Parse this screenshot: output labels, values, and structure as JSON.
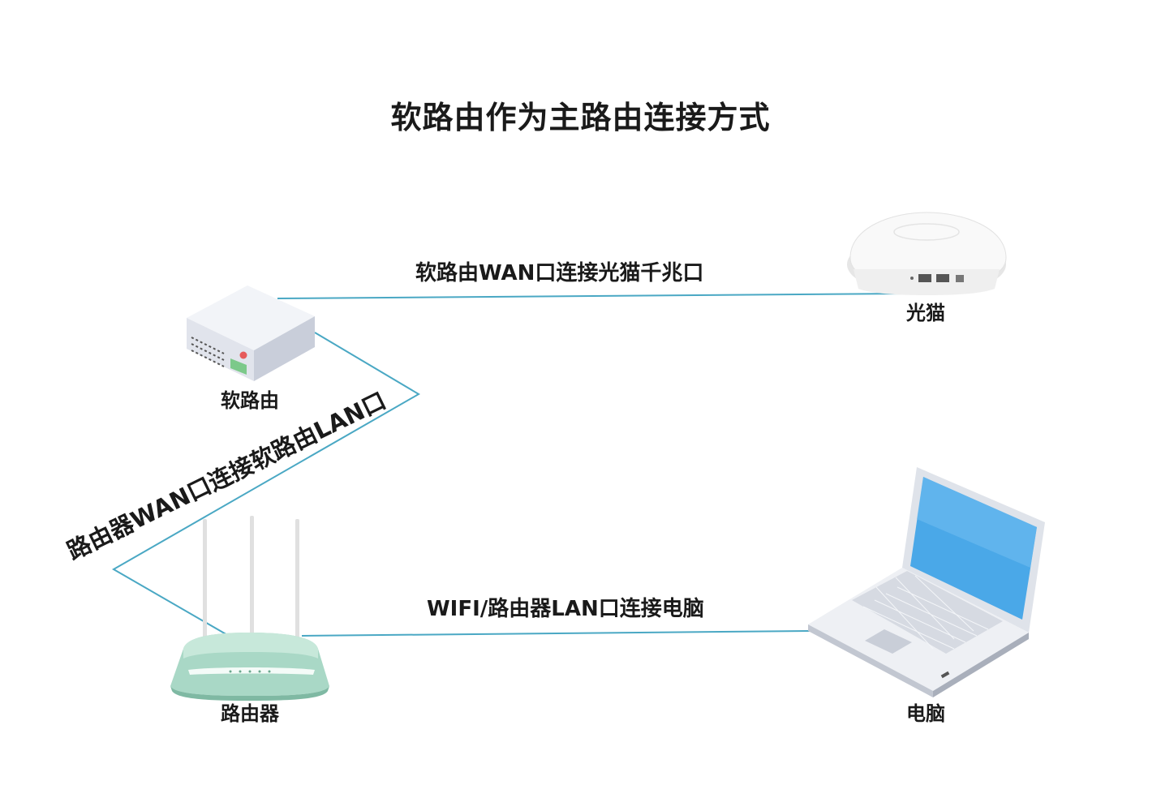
{
  "title": "软路由作为主路由连接方式",
  "devices": {
    "soft_router": {
      "label": "软路由",
      "icon": "server-box-icon"
    },
    "optical_modem": {
      "label": "光猫",
      "icon": "optical-modem-icon"
    },
    "router": {
      "label": "路由器",
      "icon": "wifi-router-icon"
    },
    "computer": {
      "label": "电脑",
      "icon": "laptop-icon"
    }
  },
  "links": {
    "soft_to_modem": "软路由WAN口连接光猫千兆口",
    "router_to_soft": "路由器WAN口连接软路由LAN口",
    "router_to_pc": "WIFI/路由器LAN口连接电脑"
  },
  "colors": {
    "line": "#4aa8c4",
    "router_body": "#8fcab8",
    "screen": "#4aa8e8"
  }
}
